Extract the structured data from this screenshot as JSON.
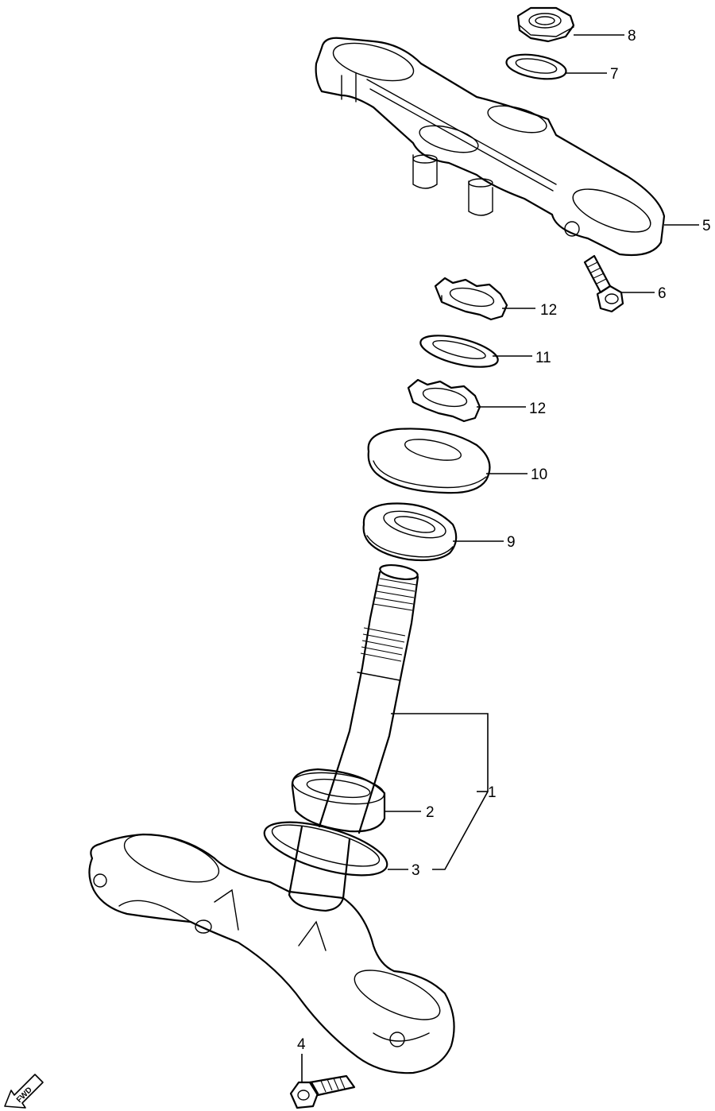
{
  "callouts": {
    "c1": "1",
    "c2": "2",
    "c3": "3",
    "c4": "4",
    "c5": "5",
    "c6": "6",
    "c7": "7",
    "c8": "8",
    "c9": "9",
    "c10": "10",
    "c11": "11",
    "c12a": "12",
    "c12b": "12"
  },
  "direction_marker": {
    "label": "FWD",
    "icon": "forward-arrow-icon"
  }
}
